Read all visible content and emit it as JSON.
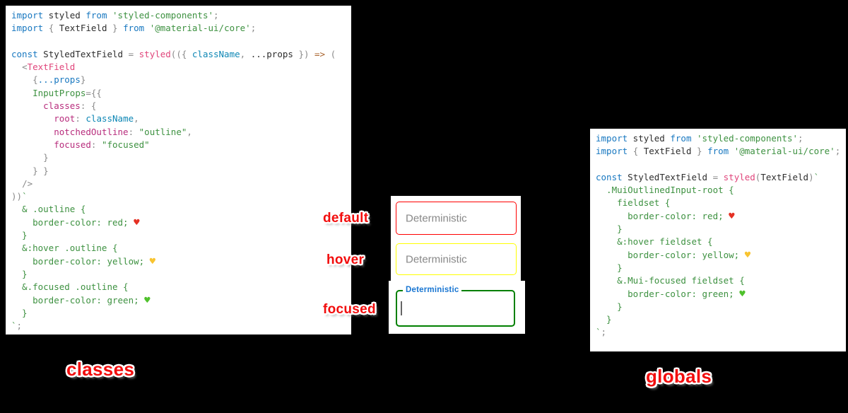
{
  "colors": {
    "background": "#000000",
    "panel_background": "#ffffff",
    "annotation_red": "#f20d0d",
    "syntax": {
      "kw": "#1878c0",
      "id": "#2d2d2d",
      "str": "#3d9140",
      "grn": "#3d9140",
      "pink": "#e0457b",
      "teal": "#0e87b5",
      "mag": "#b82d7d",
      "gray": "#8a8a8a",
      "brown": "#a8632c",
      "hr": "#e53023",
      "hy": "#f8c430",
      "hg": "#4fc12c"
    }
  },
  "annotations": {
    "default": "default",
    "hover": "hover",
    "focused": "focused",
    "classes": "classes",
    "globals": "globals"
  },
  "textfields": {
    "default": {
      "placeholder": "Deterministic",
      "border_color": "#ff0000"
    },
    "hover": {
      "placeholder": "Deterministic",
      "border_color": "#ffff00"
    },
    "focused": {
      "field_label": "Deterministic",
      "border_color": "#008000",
      "label_color": "#1976d2"
    }
  },
  "code_panels": {
    "left": {
      "lines": [
        [
          {
            "t": "import",
            "c": "kw"
          },
          {
            "t": " styled ",
            "c": "id"
          },
          {
            "t": "from",
            "c": "kw"
          },
          {
            "t": " ",
            "c": "id"
          },
          {
            "t": "'styled-components'",
            "c": "str"
          },
          {
            "t": ";",
            "c": "gray"
          }
        ],
        [
          {
            "t": "import",
            "c": "kw"
          },
          {
            "t": " ",
            "c": "id"
          },
          {
            "t": "{",
            "c": "gray"
          },
          {
            "t": " TextField ",
            "c": "id"
          },
          {
            "t": "}",
            "c": "gray"
          },
          {
            "t": " ",
            "c": "id"
          },
          {
            "t": "from",
            "c": "kw"
          },
          {
            "t": " ",
            "c": "id"
          },
          {
            "t": "'@material-ui/core'",
            "c": "str"
          },
          {
            "t": ";",
            "c": "gray"
          }
        ],
        [],
        [
          {
            "t": "const",
            "c": "kw"
          },
          {
            "t": " StyledTextField ",
            "c": "id"
          },
          {
            "t": "=",
            "c": "gray"
          },
          {
            "t": " ",
            "c": "id"
          },
          {
            "t": "styled",
            "c": "pink"
          },
          {
            "t": "(({ ",
            "c": "gray"
          },
          {
            "t": "className",
            "c": "teal"
          },
          {
            "t": ", ",
            "c": "gray"
          },
          {
            "t": "...props",
            "c": "id"
          },
          {
            "t": " }) ",
            "c": "gray"
          },
          {
            "t": "=>",
            "c": "brown"
          },
          {
            "t": " (",
            "c": "gray"
          }
        ],
        [
          {
            "t": "  ",
            "c": "id"
          },
          {
            "t": "<",
            "c": "gray"
          },
          {
            "t": "TextField",
            "c": "pink"
          }
        ],
        [
          {
            "t": "    ",
            "c": "id"
          },
          {
            "t": "{",
            "c": "gray"
          },
          {
            "t": "...props",
            "c": "kw"
          },
          {
            "t": "}",
            "c": "gray"
          }
        ],
        [
          {
            "t": "    ",
            "c": "id"
          },
          {
            "t": "InputProps",
            "c": "grn"
          },
          {
            "t": "={{",
            "c": "gray"
          }
        ],
        [
          {
            "t": "      ",
            "c": "id"
          },
          {
            "t": "classes",
            "c": "mag"
          },
          {
            "t": ": {",
            "c": "gray"
          }
        ],
        [
          {
            "t": "        ",
            "c": "id"
          },
          {
            "t": "root",
            "c": "mag"
          },
          {
            "t": ": ",
            "c": "gray"
          },
          {
            "t": "className",
            "c": "teal"
          },
          {
            "t": ",",
            "c": "gray"
          }
        ],
        [
          {
            "t": "        ",
            "c": "id"
          },
          {
            "t": "notchedOutline",
            "c": "mag"
          },
          {
            "t": ": ",
            "c": "gray"
          },
          {
            "t": "\"outline\"",
            "c": "str"
          },
          {
            "t": ",",
            "c": "gray"
          }
        ],
        [
          {
            "t": "        ",
            "c": "id"
          },
          {
            "t": "focused",
            "c": "mag"
          },
          {
            "t": ": ",
            "c": "gray"
          },
          {
            "t": "\"focused\"",
            "c": "str"
          }
        ],
        [
          {
            "t": "      ",
            "c": "id"
          },
          {
            "t": "}",
            "c": "gray"
          }
        ],
        [
          {
            "t": "    ",
            "c": "id"
          },
          {
            "t": "} }",
            "c": "gray"
          }
        ],
        [
          {
            "t": "  ",
            "c": "id"
          },
          {
            "t": "/>",
            "c": "gray"
          }
        ],
        [
          {
            "t": "))",
            "c": "gray"
          },
          {
            "t": "`",
            "c": "grn"
          }
        ],
        [
          {
            "t": "  & .outline {",
            "c": "grn"
          }
        ],
        [
          {
            "t": "    border-color: red; ",
            "c": "grn"
          },
          {
            "t": "♥",
            "c": "hr"
          }
        ],
        [
          {
            "t": "  }",
            "c": "grn"
          }
        ],
        [
          {
            "t": "  &:hover .outline {",
            "c": "grn"
          }
        ],
        [
          {
            "t": "    border-color: yellow; ",
            "c": "grn"
          },
          {
            "t": "♥",
            "c": "hy"
          }
        ],
        [
          {
            "t": "  }",
            "c": "grn"
          }
        ],
        [
          {
            "t": "  &.focused .outline {",
            "c": "grn"
          }
        ],
        [
          {
            "t": "    border-color: green; ",
            "c": "grn"
          },
          {
            "t": "♥",
            "c": "hg"
          }
        ],
        [
          {
            "t": "  }",
            "c": "grn"
          }
        ],
        [
          {
            "t": "`",
            "c": "grn"
          },
          {
            "t": ";",
            "c": "gray"
          }
        ]
      ]
    },
    "right": {
      "lines": [
        [
          {
            "t": "import",
            "c": "kw"
          },
          {
            "t": " styled ",
            "c": "id"
          },
          {
            "t": "from",
            "c": "kw"
          },
          {
            "t": " ",
            "c": "id"
          },
          {
            "t": "'styled-components'",
            "c": "str"
          },
          {
            "t": ";",
            "c": "gray"
          }
        ],
        [
          {
            "t": "import",
            "c": "kw"
          },
          {
            "t": " ",
            "c": "id"
          },
          {
            "t": "{",
            "c": "gray"
          },
          {
            "t": " TextField ",
            "c": "id"
          },
          {
            "t": "}",
            "c": "gray"
          },
          {
            "t": " ",
            "c": "id"
          },
          {
            "t": "from",
            "c": "kw"
          },
          {
            "t": " ",
            "c": "id"
          },
          {
            "t": "'@material-ui/core'",
            "c": "str"
          },
          {
            "t": ";",
            "c": "gray"
          }
        ],
        [],
        [
          {
            "t": "const",
            "c": "kw"
          },
          {
            "t": " StyledTextField ",
            "c": "id"
          },
          {
            "t": "=",
            "c": "gray"
          },
          {
            "t": " ",
            "c": "id"
          },
          {
            "t": "styled",
            "c": "pink"
          },
          {
            "t": "(",
            "c": "gray"
          },
          {
            "t": "TextField",
            "c": "id"
          },
          {
            "t": ")",
            "c": "gray"
          },
          {
            "t": "`",
            "c": "grn"
          }
        ],
        [
          {
            "t": "  .MuiOutlinedInput-root {",
            "c": "grn"
          }
        ],
        [
          {
            "t": "    fieldset {",
            "c": "grn"
          }
        ],
        [
          {
            "t": "      border-color: red; ",
            "c": "grn"
          },
          {
            "t": "♥",
            "c": "hr"
          }
        ],
        [
          {
            "t": "    }",
            "c": "grn"
          }
        ],
        [
          {
            "t": "    &:hover fieldset {",
            "c": "grn"
          }
        ],
        [
          {
            "t": "      border-color: yellow; ",
            "c": "grn"
          },
          {
            "t": "♥",
            "c": "hy"
          }
        ],
        [
          {
            "t": "    }",
            "c": "grn"
          }
        ],
        [
          {
            "t": "    &.Mui-focused fieldset {",
            "c": "grn"
          }
        ],
        [
          {
            "t": "      border-color: green; ",
            "c": "grn"
          },
          {
            "t": "♥",
            "c": "hg"
          }
        ],
        [
          {
            "t": "    }",
            "c": "grn"
          }
        ],
        [
          {
            "t": "  }",
            "c": "grn"
          }
        ],
        [
          {
            "t": "`",
            "c": "grn"
          },
          {
            "t": ";",
            "c": "gray"
          }
        ]
      ]
    }
  }
}
